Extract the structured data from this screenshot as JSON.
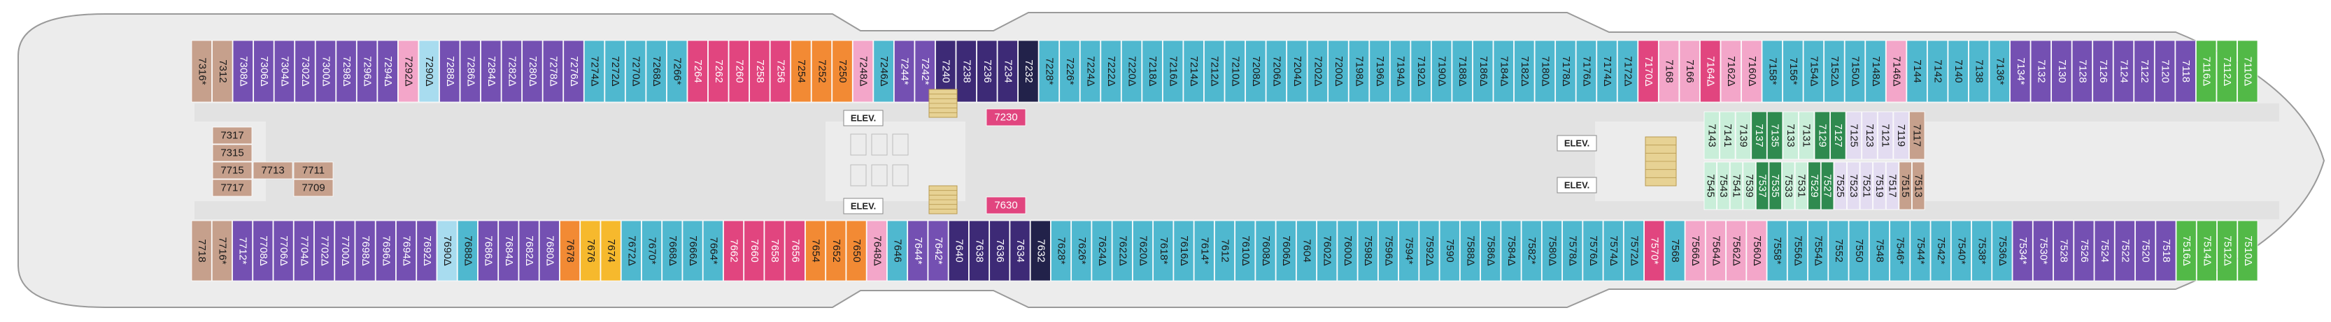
{
  "colors": {
    "hull": "#ececec",
    "hull_stroke": "#9a9a9a",
    "corridor": "#e2e2e2",
    "band": "#a8dcef",
    "aqua": "#4fb8cf",
    "purple": "#7450b2",
    "dark_purple": "#3d2a76",
    "navy": "#22224a",
    "tan": "#c6a08c",
    "pink": "#f3a6c9",
    "magenta": "#e1457f",
    "orange": "#f28a34",
    "yellow": "#f6b92d",
    "green": "#52b947",
    "dark_green": "#2f8a4f",
    "mint": "#c9eed9",
    "light_lav": "#e3dcf1",
    "elevator_fill": "#ffffff",
    "stair_fill": "#e7d294"
  },
  "icons": {
    "accessible": "accessible-cabin-icon",
    "connecting": "connecting-door-icon",
    "elevator": "elevator-icon",
    "stairs": "stairs-icon"
  },
  "elevators": [
    {
      "id": "elev-1",
      "label": "ELEV."
    },
    {
      "id": "elev-2",
      "label": "ELEV."
    },
    {
      "id": "elev-3",
      "label": "ELEV."
    },
    {
      "id": "elev-4",
      "label": "ELEV."
    }
  ],
  "top_row": [
    {
      "label": "7316*",
      "type": "tan"
    },
    {
      "label": "7312",
      "type": "tan"
    },
    {
      "label": "7308Δ",
      "type": "purple"
    },
    {
      "label": "7306Δ",
      "type": "purple"
    },
    {
      "label": "7304Δ",
      "type": "purple"
    },
    {
      "label": "7302Δ",
      "type": "purple"
    },
    {
      "label": "7300Δ",
      "type": "purple"
    },
    {
      "label": "7298Δ",
      "type": "purple"
    },
    {
      "label": "7296Δ",
      "type": "purple"
    },
    {
      "label": "7294Δ",
      "type": "purple"
    },
    {
      "label": "7292Δ",
      "type": "pink"
    },
    {
      "label": "7290Δ",
      "type": "band"
    },
    {
      "label": "7288Δ",
      "type": "purple"
    },
    {
      "label": "7286Δ",
      "type": "purple"
    },
    {
      "label": "7284Δ",
      "type": "purple"
    },
    {
      "label": "7282Δ",
      "type": "purple"
    },
    {
      "label": "7280Δ",
      "type": "purple"
    },
    {
      "label": "7278Δ",
      "type": "purple"
    },
    {
      "label": "7276Δ",
      "type": "purple"
    },
    {
      "label": "7274Δ",
      "type": "aqua"
    },
    {
      "label": "7272Δ",
      "type": "aqua"
    },
    {
      "label": "7270Δ",
      "type": "aqua"
    },
    {
      "label": "7268Δ",
      "type": "aqua"
    },
    {
      "label": "7266*",
      "type": "aqua"
    },
    {
      "label": "7264",
      "type": "magenta"
    },
    {
      "label": "7262",
      "type": "magenta"
    },
    {
      "label": "7260",
      "type": "magenta"
    },
    {
      "label": "7258",
      "type": "magenta"
    },
    {
      "label": "7256",
      "type": "magenta"
    },
    {
      "label": "7254",
      "type": "orange"
    },
    {
      "label": "7252",
      "type": "orange"
    },
    {
      "label": "7250",
      "type": "orange"
    },
    {
      "label": "7248Δ",
      "type": "pink"
    },
    {
      "label": "7246Δ",
      "type": "aqua"
    },
    {
      "label": "7244*",
      "type": "purple"
    },
    {
      "label": "7242*",
      "type": "purple"
    },
    {
      "label": "7240",
      "type": "dark_purple"
    },
    {
      "label": "7238",
      "type": "dark_purple"
    },
    {
      "label": "7236",
      "type": "dark_purple"
    },
    {
      "label": "7234",
      "type": "dark_purple"
    },
    {
      "label": "7232",
      "type": "navy"
    },
    {
      "label": "7228*",
      "type": "aqua"
    },
    {
      "label": "7226*",
      "type": "aqua"
    },
    {
      "label": "7224Δ",
      "type": "aqua"
    },
    {
      "label": "7222Δ",
      "type": "aqua"
    },
    {
      "label": "7220Δ",
      "type": "aqua"
    },
    {
      "label": "7218Δ",
      "type": "aqua"
    },
    {
      "label": "7216Δ",
      "type": "aqua"
    },
    {
      "label": "7214Δ",
      "type": "aqua"
    },
    {
      "label": "7212Δ",
      "type": "aqua"
    },
    {
      "label": "7210Δ",
      "type": "aqua"
    },
    {
      "label": "7208Δ",
      "type": "aqua"
    },
    {
      "label": "7206Δ",
      "type": "aqua"
    },
    {
      "label": "7204Δ",
      "type": "aqua"
    },
    {
      "label": "7202Δ",
      "type": "aqua"
    },
    {
      "label": "7200Δ",
      "type": "aqua"
    },
    {
      "label": "7198Δ",
      "type": "aqua"
    },
    {
      "label": "7196Δ",
      "type": "aqua"
    },
    {
      "label": "7194Δ",
      "type": "aqua"
    },
    {
      "label": "7192Δ",
      "type": "aqua"
    },
    {
      "label": "7190Δ",
      "type": "aqua"
    },
    {
      "label": "7188Δ",
      "type": "aqua"
    },
    {
      "label": "7186Δ",
      "type": "aqua"
    },
    {
      "label": "7184Δ",
      "type": "aqua"
    },
    {
      "label": "7182Δ",
      "type": "aqua"
    },
    {
      "label": "7180Δ",
      "type": "aqua"
    },
    {
      "label": "7178Δ",
      "type": "aqua"
    },
    {
      "label": "7176Δ",
      "type": "aqua"
    },
    {
      "label": "7174Δ",
      "type": "aqua"
    },
    {
      "label": "7172Δ",
      "type": "aqua"
    },
    {
      "label": "7170Δ",
      "type": "magenta"
    },
    {
      "label": "7168",
      "type": "pink"
    },
    {
      "label": "7166",
      "type": "pink"
    },
    {
      "label": "7164Δ",
      "type": "magenta"
    },
    {
      "label": "7162Δ",
      "type": "pink"
    },
    {
      "label": "7160Δ",
      "type": "pink"
    },
    {
      "label": "7158*",
      "type": "aqua"
    },
    {
      "label": "7156*",
      "type": "aqua"
    },
    {
      "label": "7154Δ",
      "type": "aqua"
    },
    {
      "label": "7152Δ",
      "type": "aqua"
    },
    {
      "label": "7150Δ",
      "type": "aqua"
    },
    {
      "label": "7148Δ",
      "type": "aqua"
    },
    {
      "label": "7146Δ",
      "type": "pink"
    },
    {
      "label": "7144",
      "type": "aqua"
    },
    {
      "label": "7142",
      "type": "aqua"
    },
    {
      "label": "7140",
      "type": "aqua"
    },
    {
      "label": "7138",
      "type": "aqua"
    },
    {
      "label": "7136*",
      "type": "aqua"
    },
    {
      "label": "7134*",
      "type": "purple"
    },
    {
      "label": "7132",
      "type": "purple"
    },
    {
      "label": "7130",
      "type": "purple"
    },
    {
      "label": "7128",
      "type": "purple"
    },
    {
      "label": "7126",
      "type": "purple"
    },
    {
      "label": "7124",
      "type": "purple"
    },
    {
      "label": "7122",
      "type": "purple"
    },
    {
      "label": "7120",
      "type": "purple"
    },
    {
      "label": "7118",
      "type": "purple"
    },
    {
      "label": "7116Δ",
      "type": "green"
    },
    {
      "label": "7112Δ",
      "type": "green"
    },
    {
      "label": "7110Δ",
      "type": "green"
    }
  ],
  "bottom_row": [
    {
      "label": "7718",
      "type": "tan"
    },
    {
      "label": "7716*",
      "type": "tan"
    },
    {
      "label": "7712*",
      "type": "purple"
    },
    {
      "label": "7708Δ",
      "type": "purple"
    },
    {
      "label": "7706Δ",
      "type": "purple"
    },
    {
      "label": "7704Δ",
      "type": "purple"
    },
    {
      "label": "7702Δ",
      "type": "purple"
    },
    {
      "label": "7700Δ",
      "type": "purple"
    },
    {
      "label": "7698Δ",
      "type": "purple"
    },
    {
      "label": "7696Δ",
      "type": "purple"
    },
    {
      "label": "7694Δ",
      "type": "purple"
    },
    {
      "label": "7692Δ",
      "type": "purple"
    },
    {
      "label": "7690Δ",
      "type": "band"
    },
    {
      "label": "7688Δ",
      "type": "aqua"
    },
    {
      "label": "7686Δ",
      "type": "purple"
    },
    {
      "label": "7684Δ",
      "type": "purple"
    },
    {
      "label": "7682Δ",
      "type": "purple"
    },
    {
      "label": "7680Δ",
      "type": "purple"
    },
    {
      "label": "7678",
      "type": "orange"
    },
    {
      "label": "7676",
      "type": "yellow"
    },
    {
      "label": "7674",
      "type": "yellow"
    },
    {
      "label": "7672Δ",
      "type": "aqua"
    },
    {
      "label": "7670*",
      "type": "aqua"
    },
    {
      "label": "7668Δ",
      "type": "aqua"
    },
    {
      "label": "7666Δ",
      "type": "aqua"
    },
    {
      "label": "7664*",
      "type": "aqua"
    },
    {
      "label": "7662",
      "type": "magenta"
    },
    {
      "label": "7660",
      "type": "magenta"
    },
    {
      "label": "7658",
      "type": "magenta"
    },
    {
      "label": "7656",
      "type": "magenta"
    },
    {
      "label": "7654",
      "type": "orange"
    },
    {
      "label": "7652",
      "type": "orange"
    },
    {
      "label": "7650",
      "type": "orange"
    },
    {
      "label": "7648Δ",
      "type": "pink"
    },
    {
      "label": "7646",
      "type": "aqua"
    },
    {
      "label": "7644*",
      "type": "purple"
    },
    {
      "label": "7642*",
      "type": "purple"
    },
    {
      "label": "7640",
      "type": "dark_purple"
    },
    {
      "label": "7638",
      "type": "dark_purple"
    },
    {
      "label": "7636",
      "type": "dark_purple"
    },
    {
      "label": "7634",
      "type": "dark_purple"
    },
    {
      "label": "7632",
      "type": "navy"
    },
    {
      "label": "7628*",
      "type": "aqua"
    },
    {
      "label": "7626*",
      "type": "aqua"
    },
    {
      "label": "7624Δ",
      "type": "aqua"
    },
    {
      "label": "7622Δ",
      "type": "aqua"
    },
    {
      "label": "7620Δ",
      "type": "aqua"
    },
    {
      "label": "7618*",
      "type": "aqua"
    },
    {
      "label": "7616Δ",
      "type": "aqua"
    },
    {
      "label": "7614*",
      "type": "aqua"
    },
    {
      "label": "7612",
      "type": "aqua"
    },
    {
      "label": "7610Δ",
      "type": "aqua"
    },
    {
      "label": "7608Δ",
      "type": "aqua"
    },
    {
      "label": "7606Δ",
      "type": "aqua"
    },
    {
      "label": "7604",
      "type": "aqua"
    },
    {
      "label": "7602Δ",
      "type": "aqua"
    },
    {
      "label": "7600Δ",
      "type": "aqua"
    },
    {
      "label": "7598Δ",
      "type": "aqua"
    },
    {
      "label": "7596Δ",
      "type": "aqua"
    },
    {
      "label": "7594*",
      "type": "aqua"
    },
    {
      "label": "7592Δ",
      "type": "aqua"
    },
    {
      "label": "7590",
      "type": "aqua"
    },
    {
      "label": "7588Δ",
      "type": "aqua"
    },
    {
      "label": "7586Δ",
      "type": "aqua"
    },
    {
      "label": "7584Δ",
      "type": "aqua"
    },
    {
      "label": "7582*",
      "type": "aqua"
    },
    {
      "label": "7580Δ",
      "type": "aqua"
    },
    {
      "label": "7578Δ",
      "type": "aqua"
    },
    {
      "label": "7576Δ",
      "type": "aqua"
    },
    {
      "label": "7574Δ",
      "type": "aqua"
    },
    {
      "label": "7572Δ",
      "type": "aqua"
    },
    {
      "label": "7570*",
      "type": "magenta"
    },
    {
      "label": "7568",
      "type": "aqua"
    },
    {
      "label": "7566Δ",
      "type": "pink"
    },
    {
      "label": "7564Δ",
      "type": "pink"
    },
    {
      "label": "7562Δ",
      "type": "pink"
    },
    {
      "label": "7560Δ",
      "type": "pink"
    },
    {
      "label": "7558*",
      "type": "aqua"
    },
    {
      "label": "7556Δ",
      "type": "aqua"
    },
    {
      "label": "7554Δ",
      "type": "aqua"
    },
    {
      "label": "7552",
      "type": "aqua"
    },
    {
      "label": "7550",
      "type": "aqua"
    },
    {
      "label": "7548",
      "type": "aqua"
    },
    {
      "label": "7546*",
      "type": "aqua"
    },
    {
      "label": "7544*",
      "type": "aqua"
    },
    {
      "label": "7542*",
      "type": "aqua"
    },
    {
      "label": "7540*",
      "type": "aqua"
    },
    {
      "label": "7538*",
      "type": "aqua"
    },
    {
      "label": "7536Δ",
      "type": "aqua"
    },
    {
      "label": "7534*",
      "type": "purple"
    },
    {
      "label": "7530*",
      "type": "purple"
    },
    {
      "label": "7528",
      "type": "purple"
    },
    {
      "label": "7526",
      "type": "purple"
    },
    {
      "label": "7524",
      "type": "purple"
    },
    {
      "label": "7522",
      "type": "purple"
    },
    {
      "label": "7520",
      "type": "purple"
    },
    {
      "label": "7518",
      "type": "purple"
    },
    {
      "label": "7516Δ",
      "type": "green"
    },
    {
      "label": "7514Δ",
      "type": "green"
    },
    {
      "label": "7512Δ",
      "type": "green"
    },
    {
      "label": "7510Δ",
      "type": "green"
    }
  ],
  "aft_inner": [
    {
      "label": "7317",
      "type": "tan",
      "col": 0,
      "row": 0
    },
    {
      "label": "7315",
      "type": "tan",
      "col": 0,
      "row": 1
    },
    {
      "label": "7715",
      "type": "tan",
      "col": 0,
      "row": 2
    },
    {
      "label": "7717",
      "type": "tan",
      "col": 0,
      "row": 3
    },
    {
      "label": "7713",
      "type": "tan",
      "col": 1,
      "row": 2
    },
    {
      "label": "7711",
      "type": "tan",
      "col": 2,
      "row": 2
    },
    {
      "label": "7709",
      "type": "tan",
      "col": 2,
      "row": 3
    }
  ],
  "mid_inner": [
    {
      "label": "7230",
      "type": "magenta"
    },
    {
      "label": "7630",
      "type": "magenta"
    }
  ],
  "fwd_inner_top": [
    {
      "label": "7143",
      "type": "mint"
    },
    {
      "label": "7141",
      "type": "mint"
    },
    {
      "label": "7139",
      "type": "mint"
    },
    {
      "label": "7137",
      "type": "dark_green"
    },
    {
      "label": "7135",
      "type": "dark_green"
    },
    {
      "label": "7133",
      "type": "mint"
    },
    {
      "label": "7131",
      "type": "mint"
    },
    {
      "label": "7129",
      "type": "dark_green"
    },
    {
      "label": "7127",
      "type": "dark_green"
    },
    {
      "label": "7125",
      "type": "light_lav"
    },
    {
      "label": "7123",
      "type": "light_lav"
    },
    {
      "label": "7121",
      "type": "light_lav"
    },
    {
      "label": "7119",
      "type": "light_lav"
    },
    {
      "label": "7117",
      "type": "tan"
    }
  ],
  "fwd_inner_bottom": [
    {
      "label": "7545",
      "type": "mint"
    },
    {
      "label": "7543",
      "type": "mint"
    },
    {
      "label": "7541",
      "type": "mint"
    },
    {
      "label": "7539",
      "type": "mint"
    },
    {
      "label": "7537",
      "type": "dark_green"
    },
    {
      "label": "7535",
      "type": "dark_green"
    },
    {
      "label": "7533",
      "type": "mint"
    },
    {
      "label": "7531",
      "type": "mint"
    },
    {
      "label": "7529",
      "type": "dark_green"
    },
    {
      "label": "7527",
      "type": "dark_green"
    },
    {
      "label": "7525",
      "type": "light_lav"
    },
    {
      "label": "7523",
      "type": "light_lav"
    },
    {
      "label": "7521",
      "type": "light_lav"
    },
    {
      "label": "7519",
      "type": "light_lav"
    },
    {
      "label": "7517",
      "type": "light_lav"
    },
    {
      "label": "7515",
      "type": "tan"
    },
    {
      "label": "7513",
      "type": "tan"
    }
  ]
}
